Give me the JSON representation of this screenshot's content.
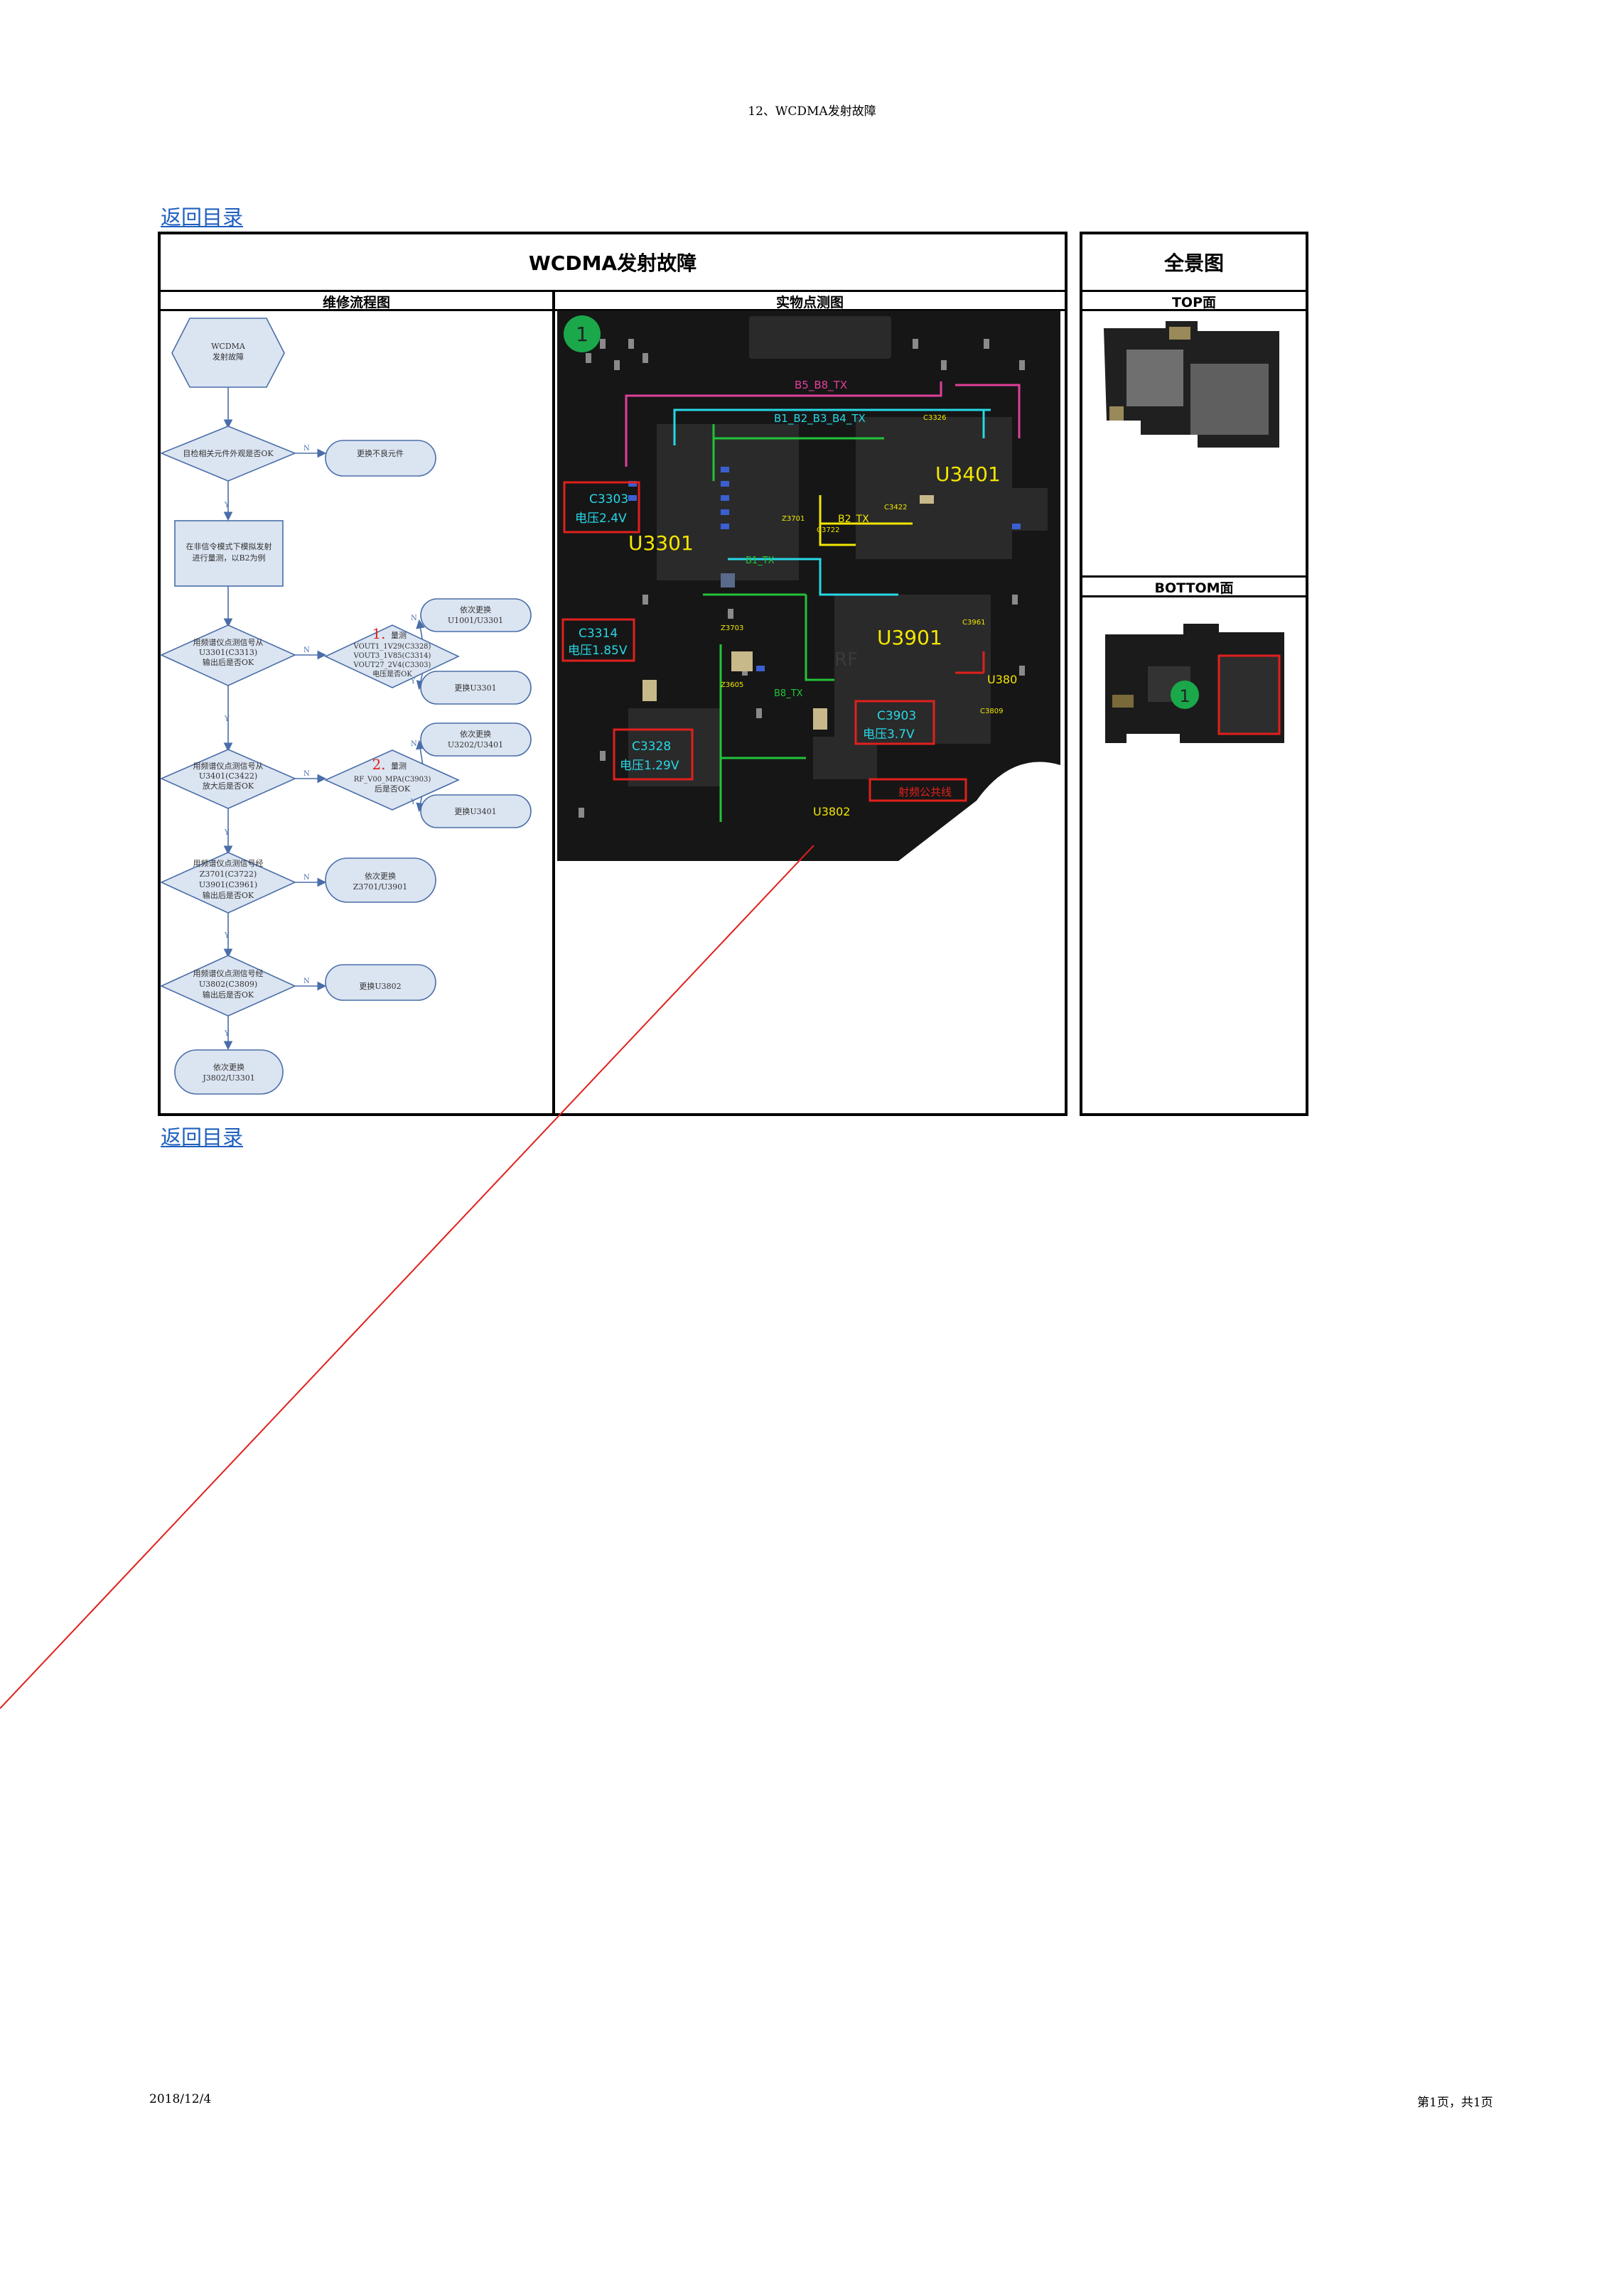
{
  "header": {
    "title": "12、WCDMA发射故障"
  },
  "nav": {
    "back_label": "返回目录"
  },
  "table": {
    "main_title": "WCDMA发射故障",
    "panorama_title": "全景图",
    "flow_col": "维修流程图",
    "photo_col": "实物点测图",
    "top_label": "TOP面",
    "bottom_label": "BOTTOM面"
  },
  "flow": {
    "start": [
      "WCDMA",
      "发射故障"
    ],
    "d1": "目检相关元件外观是否OK",
    "a1": "更换不良元件",
    "p1": [
      "在非信令模式下模拟发射",
      "进行量测，以B2为例"
    ],
    "d2": [
      "用频谱仪点测信号从",
      "U3301(C3313)",
      "输出后是否OK"
    ],
    "d2b_num": "1.",
    "d2b": [
      "量测",
      "VOUT1_1V29(C3328)",
      "VOUT3_1V85(C3314)",
      "VOUT27_2V4(C3303)",
      "电压是否OK"
    ],
    "a2a": [
      "依次更换",
      "U1001/U3301"
    ],
    "a2b": "更换U3301",
    "d3": [
      "用频谱仪点测信号从",
      "U3401(C3422)",
      "放大后是否OK"
    ],
    "d3b_num": "2.",
    "d3b": [
      "量测",
      "RF_V00_MPA(C3903)",
      "后是否OK"
    ],
    "a3a": [
      "依次更换",
      "U3202/U3401"
    ],
    "a3b": "更换U3401",
    "d4": [
      "用频谱仪点测信号经",
      "Z3701(C3722)",
      "U3901(C3961)",
      "输出后是否OK"
    ],
    "a4": [
      "依次更换",
      "Z3701/U3901"
    ],
    "d5": [
      "用频谱仪点测信号经",
      "U3802(C3809)",
      "输出后是否OK"
    ],
    "a5": "更换U3802",
    "end": [
      "依次更换",
      "J3802/U3301"
    ],
    "yes": "Y",
    "no": "N"
  },
  "photo": {
    "marker": "1",
    "b5_b8": "B5_B8_TX",
    "b1_b4": "B1_B2_B3_B4_TX",
    "b2": "B2_TX",
    "b1": "B1_TX",
    "b8": "B8_TX",
    "u3301": "U3301",
    "u3401": "U3401",
    "u3901": "U3901",
    "u3802": "U3802",
    "u380": "U380",
    "c3303": "C3303",
    "v24": "电压2.4V",
    "c3314": "C3314",
    "v185": "电压1.85V",
    "c3328": "C3328",
    "v129": "电压1.29V",
    "c3903": "C3903",
    "v37": "电压3.7V",
    "z3701": "Z3701",
    "z3703": "Z3703",
    "z3605": "Z3605",
    "c3722": "C3722",
    "c3326": "C3326",
    "c3422": "C3422",
    "c3961": "C3961",
    "c3809": "C3809",
    "rf_line": "射频公共线",
    "chip_text": "RF"
  },
  "panorama": {
    "marker": "1"
  },
  "footer": {
    "date": "2018/12/4",
    "page": "第1页，共1页"
  },
  "colors": {
    "link": "#1f5fbf",
    "flow_fill": "#dbe4f1",
    "flow_stroke": "#4a6ea9",
    "marker": "#1aa84a",
    "red": "#e0201c",
    "cyan": "#27d8e6",
    "yellow": "#f2e600",
    "green": "#22c33a",
    "magenta": "#e0409a"
  }
}
